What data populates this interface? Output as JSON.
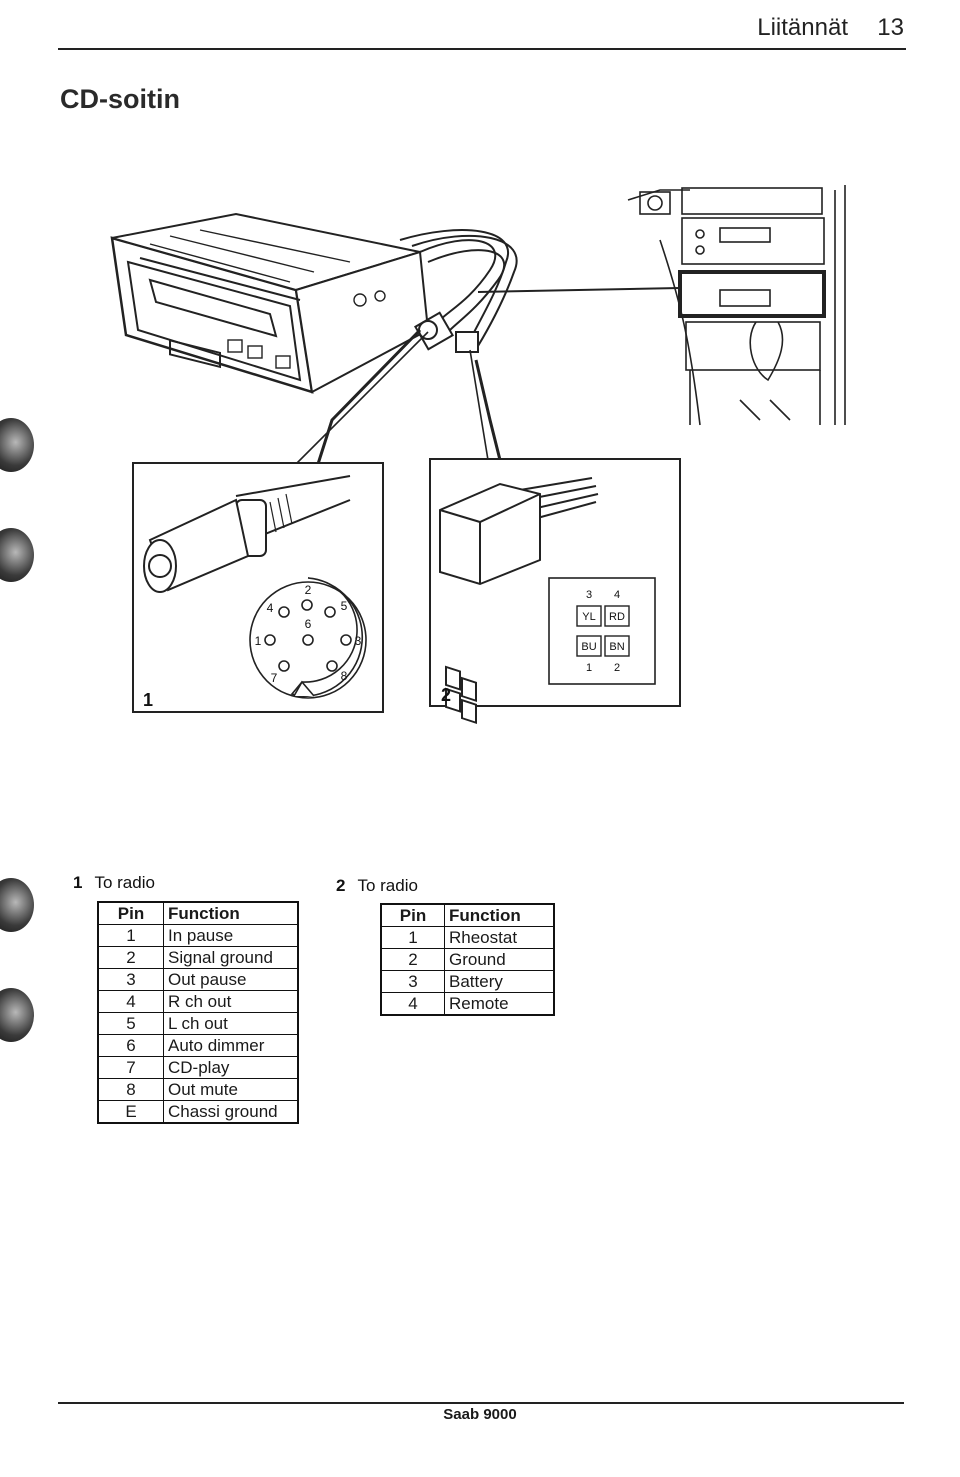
{
  "header": {
    "title": "Liitännät",
    "page_number": "13"
  },
  "section": {
    "title": "CD-soitin"
  },
  "figures": {
    "panel1": {
      "label": "1",
      "din_pins": [
        "1",
        "2",
        "3",
        "4",
        "5",
        "6",
        "7",
        "8"
      ]
    },
    "panel2": {
      "label": "2",
      "connector": {
        "top_numbers": [
          "3",
          "4"
        ],
        "top_colors": [
          "YL",
          "RD"
        ],
        "bottom_colors": [
          "BU",
          "BN"
        ],
        "bottom_numbers": [
          "1",
          "2"
        ]
      }
    }
  },
  "table1": {
    "number": "1",
    "caption": "To radio",
    "headers": [
      "Pin",
      "Function"
    ],
    "rows": [
      [
        "1",
        "In pause"
      ],
      [
        "2",
        "Signal ground"
      ],
      [
        "3",
        "Out pause"
      ],
      [
        "4",
        "R ch out"
      ],
      [
        "5",
        "L ch out"
      ],
      [
        "6",
        "Auto dimmer"
      ],
      [
        "7",
        "CD-play"
      ],
      [
        "8",
        "Out mute"
      ],
      [
        "E",
        "Chassi ground"
      ]
    ]
  },
  "table2": {
    "number": "2",
    "caption": "To radio",
    "headers": [
      "Pin",
      "Function"
    ],
    "rows": [
      [
        "1",
        "Rheostat"
      ],
      [
        "2",
        "Ground"
      ],
      [
        "3",
        "Battery"
      ],
      [
        "4",
        "Remote"
      ]
    ]
  },
  "footer": {
    "text": "Saab 9000"
  }
}
